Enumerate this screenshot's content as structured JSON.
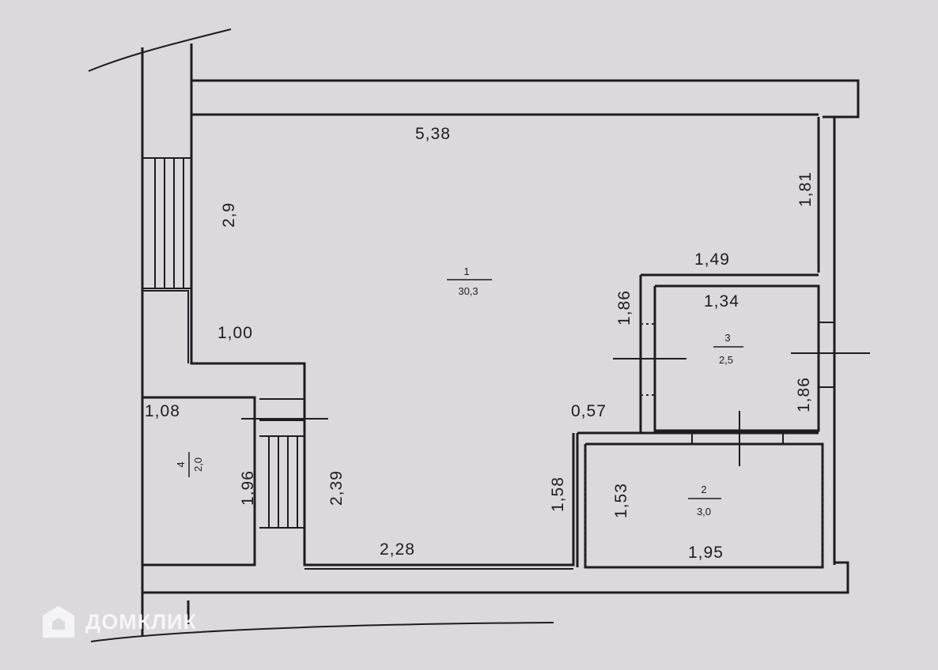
{
  "dimensions": {
    "top_width": "5,38",
    "top_left_wall": "2,9",
    "right_upper_wall": "1,81",
    "bathroom_top_outer": "1,49",
    "bathroom_top_inner": "1,34",
    "bathroom_left": "1,86",
    "bathroom_right": "1,86",
    "ledge": "1,00",
    "storage_width": "1,08",
    "storage_height": "1,96",
    "stair_side": "2,39",
    "bottom_width": "2,28",
    "lower_left_wall": "1,58",
    "gap": "0,57",
    "small_room_height": "1,53",
    "small_room_width": "1,95"
  },
  "areas": {
    "main_room": {
      "number": "1",
      "area": "30,3"
    },
    "bathroom": {
      "number": "3",
      "area": "2,5"
    },
    "small_room": {
      "number": "2",
      "area": "3,0"
    },
    "storage": {
      "number": "4",
      "area": "2,0"
    }
  },
  "watermark": {
    "icon": "domclick-house-icon",
    "text": "ДОМКЛИК"
  }
}
